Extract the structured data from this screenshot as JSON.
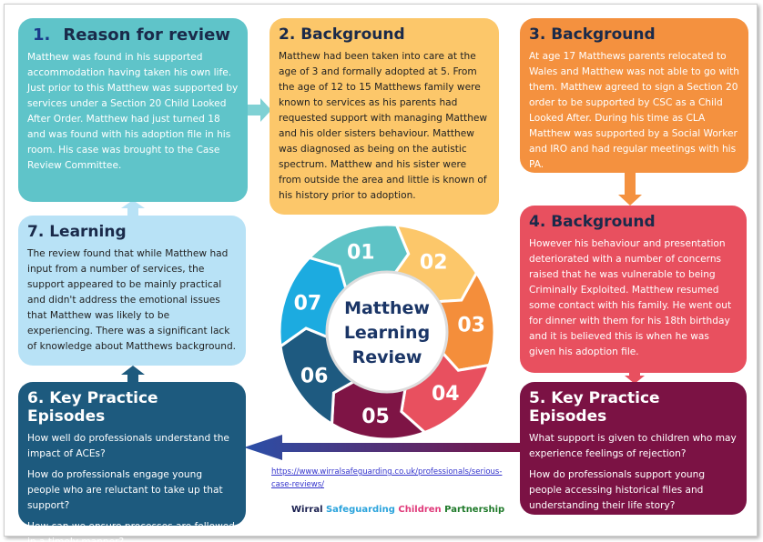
{
  "boxes": {
    "b1": {
      "num": "1.",
      "title": "Reason for review",
      "text": "Matthew was found in his supported accommodation having taken his own life. Just prior to this Matthew was supported by services under a Section 20 Child Looked After Order. Matthew had just turned 18 and was found with his adoption file in his room. His case was brought to the Case Review Committee.",
      "color": "#5fc4c9"
    },
    "b2": {
      "title": "2. Background",
      "text": "Matthew had been taken into care at the age of 3 and formally adopted at 5. From the age of 12 to 15 Matthews family were known to services as his parents had requested support with managing Matthew and his older sisters behaviour. Matthew was diagnosed as being on the autistic spectrum. Matthew and his sister were from outside the area and little is known of his history prior to adoption.",
      "color": "#fcc76a"
    },
    "b3": {
      "title": "3. Background",
      "text": "At age 17 Matthews parents relocated to Wales and Matthew was not able to go with them. Matthew agreed to sign a Section 20 order to be supported by CSC as a Child Looked After. During his time as CLA Matthew was supported by a Social Worker and IRO and had regular meetings with his PA.",
      "color": "#f4913f"
    },
    "b4": {
      "title": "4. Background",
      "text": "However his behaviour and  presentation deteriorated with a number of concerns raised that he was vulnerable to being Criminally Exploited. Matthew resumed some contact with his family. He went out for dinner with them for his 18th birthday and it is believed this is when he was given his adoption file.",
      "color": "#e8505f"
    },
    "b5": {
      "title": "5. Key Practice Episodes",
      "q": [
        "What support is given to children who may experience feelings of rejection?",
        "How do professionals support young people accessing historical files and understanding their life story?"
      ],
      "color": "#7b1244"
    },
    "b6": {
      "title": "6. Key Practice Episodes",
      "q": [
        "How well do professionals understand the impact of ACEs?",
        "How do professionals engage young people who are reluctant to take up that support?",
        "How can we ensure processes are followed in a timely manner?"
      ],
      "color": "#1d5a7e"
    },
    "b7": {
      "title": "7. Learning",
      "text": "The review found that while Matthew had input from a number of services, the support appeared to be mainly practical and didn't address the emotional issues that Matthew was likely to be experiencing. There was a significant lack of knowledge about Matthews background.",
      "color": "#b8e2f6"
    }
  },
  "wheel": {
    "center": [
      "Matthew",
      "Learning",
      "Review"
    ],
    "segments": [
      {
        "label": "01",
        "color": "#5ec3c6"
      },
      {
        "label": "02",
        "color": "#fcc76a"
      },
      {
        "label": "03",
        "color": "#f48e3b"
      },
      {
        "label": "04",
        "color": "#e8505f"
      },
      {
        "label": "05",
        "color": "#7e1445"
      },
      {
        "label": "06",
        "color": "#1e5a80"
      },
      {
        "label": "07",
        "color": "#1cabe0"
      }
    ]
  },
  "link": "https://www.wirralsafeguarding.co.uk/professionals/serious-case-reviews/",
  "brand": [
    {
      "w": "Wirral",
      "c": "#1a2050"
    },
    {
      "w": "Safeguarding",
      "c": "#2aa3dc"
    },
    {
      "w": "Children",
      "c": "#e03a7a"
    },
    {
      "w": "Partnership",
      "c": "#1f7a2a"
    }
  ]
}
